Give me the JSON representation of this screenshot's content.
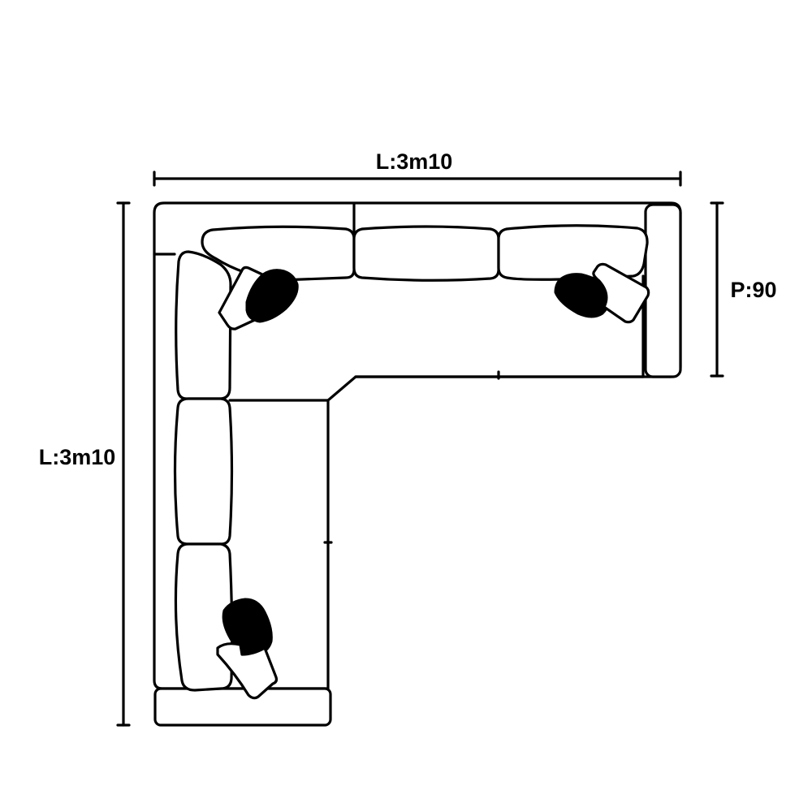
{
  "dimensions": {
    "top_width": "L:3m10",
    "left_length": "L:3m10",
    "depth": "P:90"
  },
  "colors": {
    "line": "#000000",
    "background": "#ffffff",
    "cushion_dark": "#000000"
  }
}
